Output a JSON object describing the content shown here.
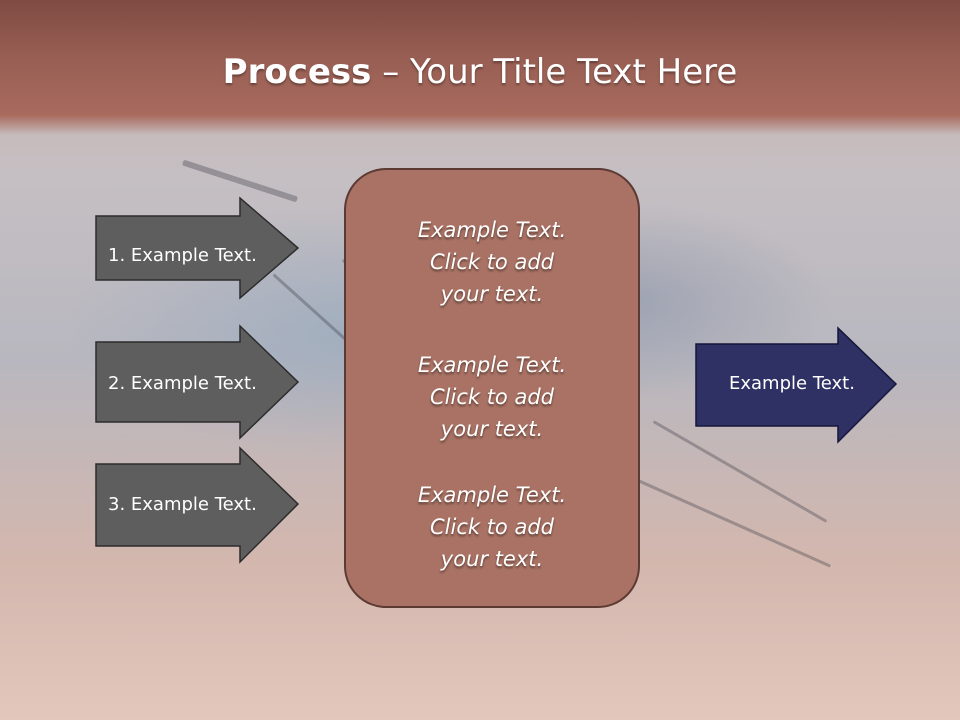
{
  "title": {
    "bold": "Process",
    "dash": " – ",
    "rest": "Your Title Text Here"
  },
  "left_arrows": [
    {
      "label": "1. Example Text."
    },
    {
      "label": "2. Example Text."
    },
    {
      "label": "3. Example Text."
    }
  ],
  "center_box": {
    "blocks": [
      {
        "lines": [
          "Example Text.",
          "Click  to add",
          "your text."
        ]
      },
      {
        "lines": [
          "Example Text.",
          "Click  to add",
          "your text."
        ]
      },
      {
        "lines": [
          "Example Text.",
          "Click  to add",
          "your text."
        ]
      }
    ]
  },
  "right_arrow": {
    "label": "Example Text."
  },
  "colors": {
    "title_bar": "#995f54",
    "center_box": "#a97264",
    "left_arrow": "#5e5e5e",
    "right_arrow": "#2f3164"
  }
}
